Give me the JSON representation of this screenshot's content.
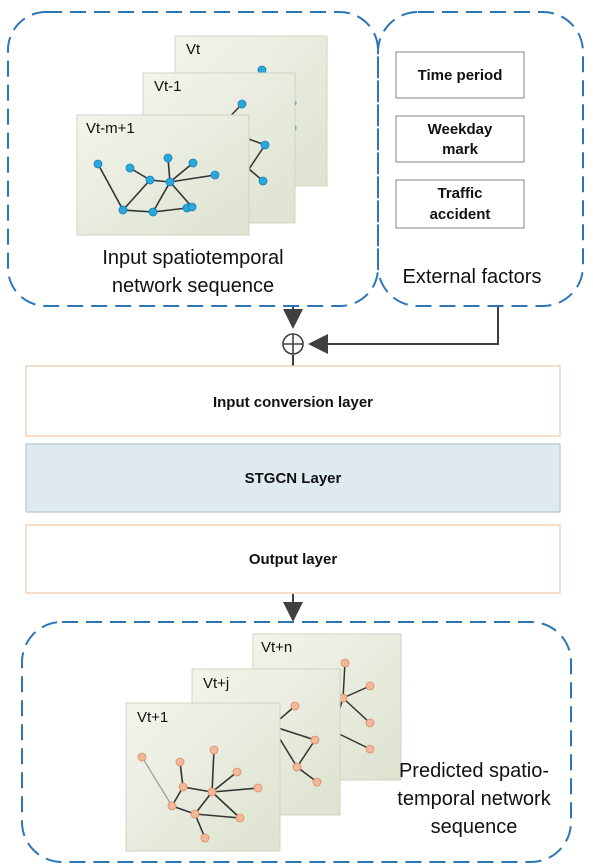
{
  "input_panel": {
    "frames": [
      "Vt",
      "Vt-1",
      "Vt-m+1"
    ],
    "caption_line1": "Input spatiotemporal",
    "caption_line2": "network sequence"
  },
  "external_panel": {
    "factors": [
      {
        "line1": "Time period",
        "line2": ""
      },
      {
        "line1": "Weekday",
        "line2": "mark"
      },
      {
        "line1": "Traffic",
        "line2": "accident"
      }
    ],
    "caption": "External factors"
  },
  "combine_symbol": "⊕",
  "layers": [
    {
      "label": "Input conversion layer",
      "fill": "#ffffff"
    },
    {
      "label": "STGCN Layer",
      "fill": "#dfeaf0"
    },
    {
      "label": "Output layer",
      "fill": "#ffffff"
    }
  ],
  "output_panel": {
    "frames": [
      "Vt+n",
      "Vt+j",
      "Vt+1"
    ],
    "caption_line1": "Predicted spatio-",
    "caption_line2": "temporal network",
    "caption_line3": "sequence"
  },
  "colors": {
    "dashed_border": "#2e75b6",
    "layer_border": "#f0c8a8",
    "input_node": "#29a8e0",
    "output_node": "#f4b79a",
    "arrow": "#404040"
  }
}
